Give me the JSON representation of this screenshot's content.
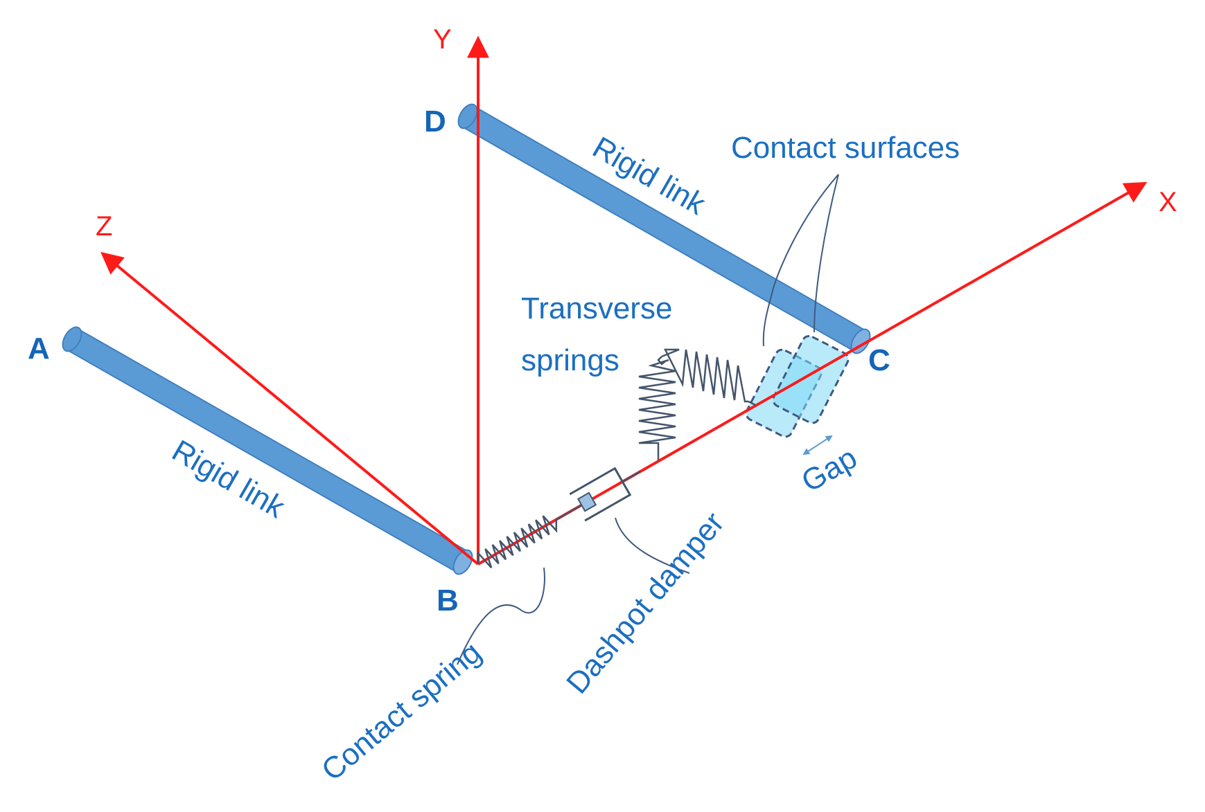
{
  "colors": {
    "axis": "#ff1a1a",
    "link": "#5b9bd5",
    "link_edge": "#3f7fbf",
    "label": "#1b6fc1",
    "point_label": "#1565b8",
    "spring": "#44546a",
    "leader": "#3d5a80",
    "contact_fill": "#7fd8f5",
    "contact_dash": "#3d5a80"
  },
  "axes": {
    "x_label": "X",
    "y_label": "Y",
    "z_label": "Z"
  },
  "points": {
    "a": "A",
    "b": "B",
    "c": "C",
    "d": "D"
  },
  "labels": {
    "rigid_link_top": "Rigid link",
    "rigid_link_left": "Rigid link",
    "contact_surfaces": "Contact surfaces",
    "transverse_springs_line1": "Transverse",
    "transverse_springs_line2": "springs",
    "gap": "Gap",
    "dashpot_damper": "Dashpot damper",
    "contact_spring": "Contact spring"
  }
}
